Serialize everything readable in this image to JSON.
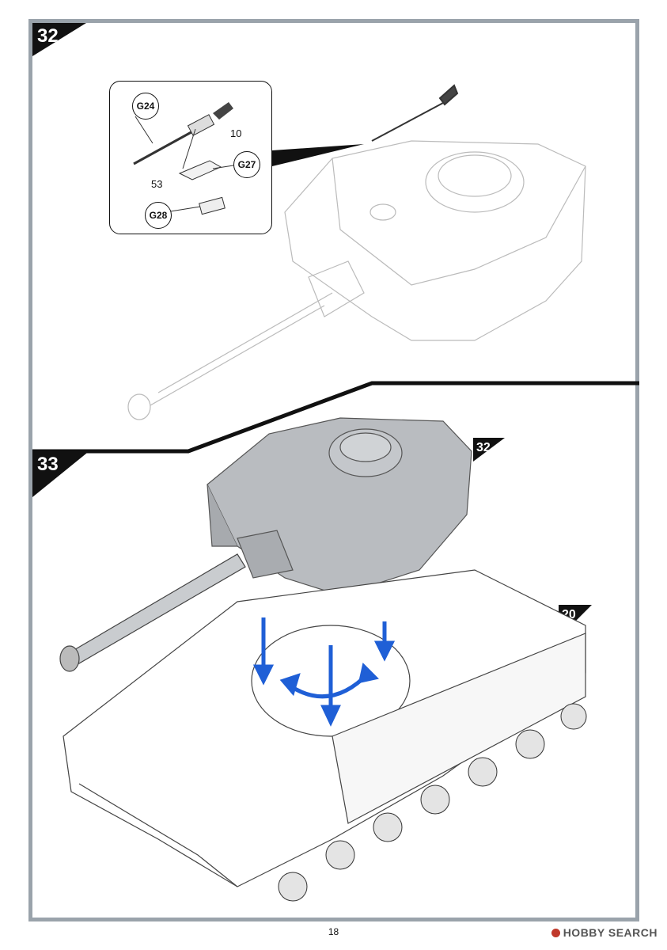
{
  "steps": {
    "step_32": "32",
    "step_33": "33",
    "ref_32": "32",
    "ref_20": "20"
  },
  "detail": {
    "callouts": [
      "G24",
      "G27",
      "G28"
    ],
    "numbers": [
      "10",
      "53"
    ]
  },
  "footer": {
    "page_number": "18",
    "watermark": "HOBBY SEARCH"
  },
  "colors": {
    "frame": "#9aa3ab",
    "turret_fill": "#b9bcc0",
    "arrow_blue": "#1f5fd6"
  }
}
